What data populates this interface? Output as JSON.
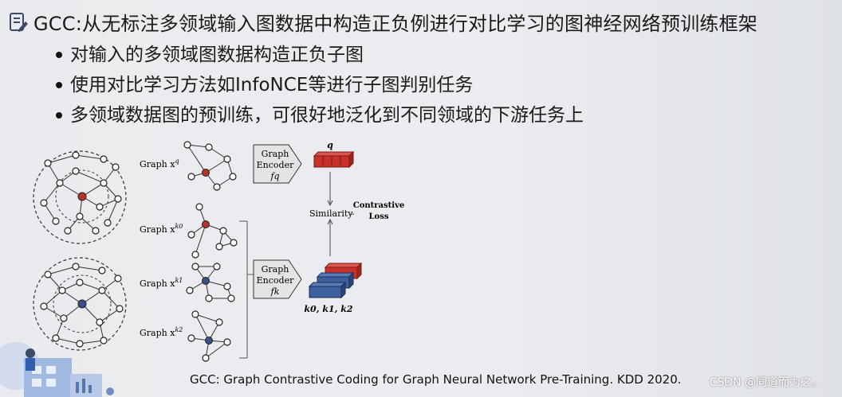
{
  "title": "GCC:从无标注多领域输入图数据中构造正负例进行对比学习的图神经网络预训练框架",
  "bullets": [
    "对输入的多领域图数据构造正负子图",
    "使用对比学习方法如InfoNCE等进行子图判别任务",
    "多领域数据图的预训练，可很好地泛化到不同领域的下游任务上"
  ],
  "figure": {
    "graph_q_label": "Graph x",
    "graph_q_sup": "q",
    "graph_k0_label": "Graph x",
    "graph_k0_sup": "k0",
    "graph_k1_label": "Graph x",
    "graph_k1_sup": "k1",
    "graph_k2_label": "Graph x",
    "graph_k2_sup": "k2",
    "encoder_q_line1": "Graph",
    "encoder_q_line2": "Encoder",
    "encoder_q_line3": "fq",
    "encoder_k_line1": "Graph",
    "encoder_k_line2": "Encoder",
    "encoder_k_line3": "fk",
    "q_label": "q",
    "k_label": "k0, k1, k2",
    "similarity": "Similarity",
    "contrastive": "Contrastive",
    "loss": "Loss",
    "colors": {
      "query": "#c8322b",
      "key": "#3e5f9e",
      "center_red": "#b8322a",
      "center_blue": "#3a4f86"
    }
  },
  "caption": "GCC: Graph Contrastive Coding for Graph Neural Network Pre-Training. KDD 2020.",
  "watermark": "CSDN @同道而为之。"
}
